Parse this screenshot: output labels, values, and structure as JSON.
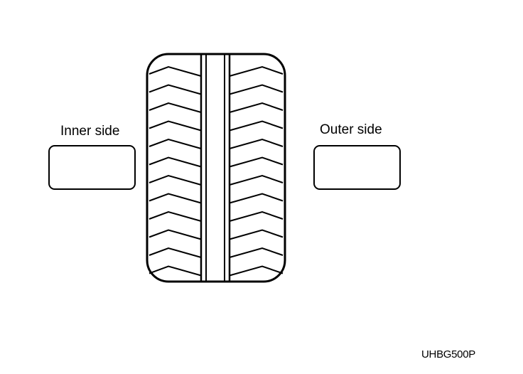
{
  "labels": {
    "inner_side": "Inner side",
    "outer_side": "Outer side"
  },
  "figure_code": "UHBG500P",
  "colors": {
    "line": "#000000",
    "background": "#ffffff"
  }
}
